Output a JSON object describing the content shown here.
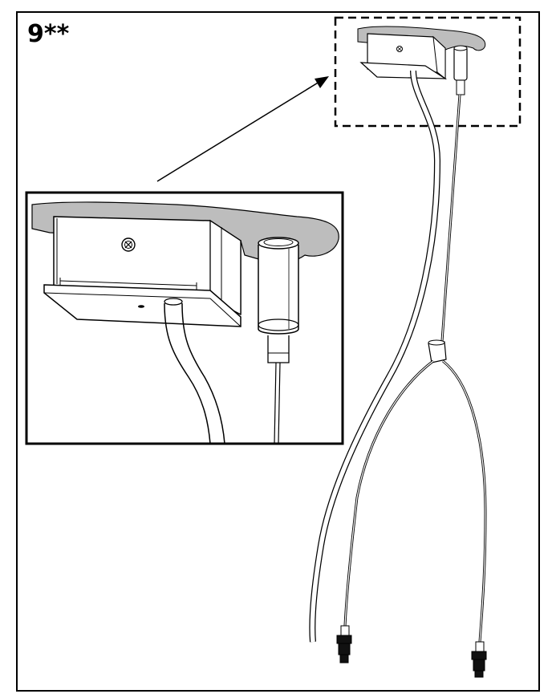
{
  "step": {
    "label": "9**"
  },
  "colors": {
    "stroke": "#000000",
    "ceiling": "#bdbdbd",
    "background": "#ffffff",
    "connector": "#111111"
  },
  "figure": {
    "icons": [
      "screw-icon",
      "ceiling-plate",
      "cable-clamp",
      "power-cord",
      "suspension-wire",
      "plug-connector"
    ]
  }
}
